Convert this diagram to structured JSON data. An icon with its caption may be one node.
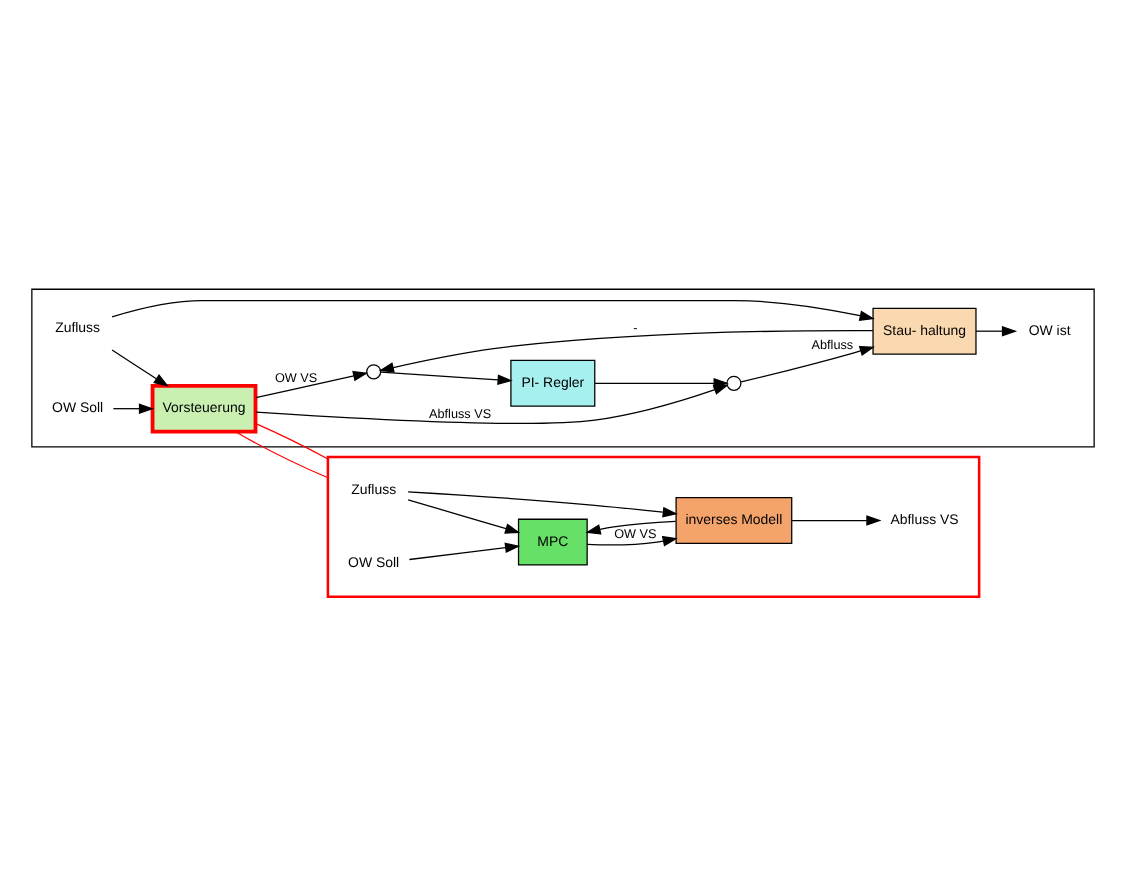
{
  "diagram": {
    "nodes": [
      {
        "text": [],
        "shape": "box"
      },
      {
        "text": [
          "Zufluss"
        ],
        "in": 0
      },
      {
        "text": [
          "OW Soll"
        ],
        "in": 0
      },
      {
        "text": [
          "MPC"
        ],
        "in": 0
      },
      {
        "text": [
          "inverses Modell"
        ],
        "in": 0
      },
      {
        "text": [
          "Abfluss VS"
        ],
        "in": 0
      },
      {
        "text": [],
        "shape": "box"
      },
      {
        "text": [
          "Zufluss"
        ],
        "in": 6
      },
      {
        "text": [
          "OW Soll"
        ],
        "in": 6
      },
      {
        "text": [
          "Vorsteuerung"
        ],
        "in": 6
      },
      {
        "text": [],
        "shape": "circle",
        "in": 6
      },
      {
        "text": [
          "PI- Regler"
        ],
        "in": 6
      },
      {
        "text": [],
        "shape": "circle",
        "in": 6
      },
      {
        "text": [
          "Stau- haltung"
        ],
        "in": 6
      },
      {
        "text": [
          "OW ist"
        ],
        "in": 6
      }
    ],
    "edges": [
      {
        "from": 1,
        "to": 3,
        "arrow": "to"
      },
      {
        "from": 1,
        "to": 4,
        "arrow": "to"
      },
      {
        "from": 2,
        "to": 3,
        "arrow": "to"
      },
      {
        "from": 3,
        "to": 4,
        "arrow": "to",
        "label": "OW VS"
      },
      {
        "from": 4,
        "to": 5,
        "arrow": "to"
      },
      {
        "from": 4,
        "to": 3,
        "arrow": "to"
      },
      {
        "from": 9,
        "to": 0,
        "arrow": "none",
        "color": "#ff0000"
      },
      {
        "from": 9,
        "to": 0,
        "arrow": "none",
        "color": "#ff0000"
      },
      {
        "from": 7,
        "to": 9,
        "arrow": "to"
      },
      {
        "from": 7,
        "to": 13,
        "arrow": "to"
      },
      {
        "from": 8,
        "to": 9,
        "arrow": "to"
      },
      {
        "from": 9,
        "to": 10,
        "arrow": "to",
        "label": "OW VS"
      },
      {
        "from": 9,
        "to": 12,
        "arrow": "to",
        "label": "Abfluss VS"
      },
      {
        "from": 10,
        "to": 11,
        "arrow": "to"
      },
      {
        "from": 11,
        "to": 12,
        "arrow": "to"
      },
      {
        "from": 12,
        "to": 13,
        "arrow": "to",
        "label": "Abfluss"
      },
      {
        "from": 13,
        "to": 14,
        "arrow": "to"
      },
      {
        "from": 13,
        "to": 10,
        "arrow": "to",
        "label": "-"
      }
    ]
  }
}
